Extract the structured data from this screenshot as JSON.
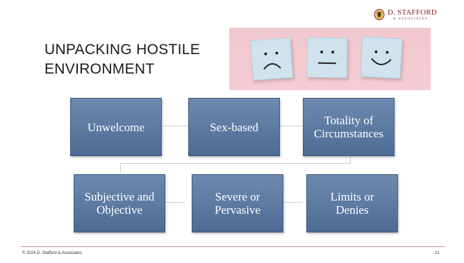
{
  "logo": {
    "name": "D. STAFFORD",
    "sub": "& ASSOCIATES"
  },
  "title": {
    "line1": "UNPACKING HOSTILE",
    "line2": "ENVIRONMENT"
  },
  "photo": {
    "faces": [
      "sad-face",
      "neutral-face",
      "happy-face"
    ]
  },
  "diagram": {
    "row1": [
      {
        "label": "Unwelcome"
      },
      {
        "label": "Sex-based"
      },
      {
        "label": "Totality of\nCircumstances"
      }
    ],
    "row2": [
      {
        "label": "Subjective and\nObjective"
      },
      {
        "label": "Severe or\nPervasive"
      },
      {
        "label": "Limits or\nDenies"
      }
    ]
  },
  "footer": {
    "copyright": "© 2024 D. Stafford & Associates",
    "page": "21"
  },
  "colors": {
    "box_fill": "#5a77a0",
    "accent_line": "#c98f95",
    "logo_red": "#8b1f24",
    "photo_bg": "#f2c8cf"
  }
}
